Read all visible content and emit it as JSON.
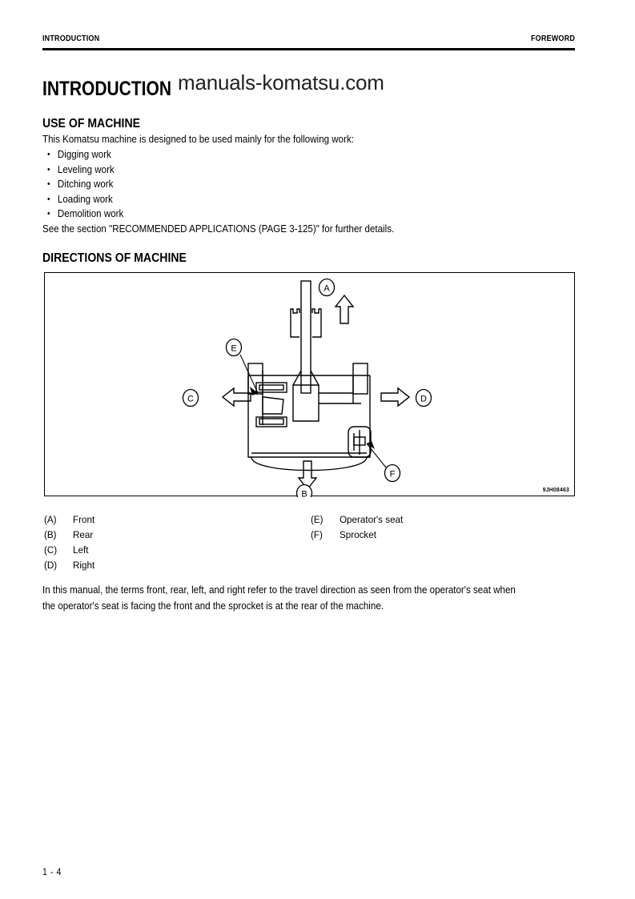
{
  "header": {
    "left": "INTRODUCTION",
    "right": "FOREWORD"
  },
  "title": "INTRODUCTION",
  "watermark": "manuals-komatsu.com",
  "sections": {
    "use_of_machine": {
      "heading": "USE OF MACHINE",
      "intro": "This Komatsu machine is designed to be used mainly for the following work:",
      "bullets": [
        "Digging work",
        "Leveling work",
        "Ditching work",
        "Loading work",
        "Demolition work"
      ],
      "note": "See the section \"RECOMMENDED APPLICATIONS (PAGE 3-125)\" for further details."
    },
    "directions_of_machine": {
      "heading": "DIRECTIONS OF MACHINE",
      "figure": {
        "drawing_number": "9JH08463",
        "callouts": [
          "A",
          "B",
          "C",
          "D",
          "E",
          "F"
        ]
      },
      "legend_left": [
        {
          "key": "(A)",
          "value": "Front"
        },
        {
          "key": "(B)",
          "value": "Rear"
        },
        {
          "key": "(C)",
          "value": "Left"
        },
        {
          "key": "(D)",
          "value": "Right"
        }
      ],
      "legend_right": [
        {
          "key": "(E)",
          "value": "Operator's seat"
        },
        {
          "key": "(F)",
          "value": "Sprocket"
        }
      ],
      "closing": [
        "In this manual, the terms front, rear, left, and right refer to the travel direction as seen from the operator's seat when",
        "the operator's seat is facing the front and the sprocket is at the rear of the machine."
      ]
    }
  },
  "footer": {
    "page_number": "1 - 4"
  },
  "colors": {
    "ink": "#000000",
    "paper": "#ffffff"
  }
}
